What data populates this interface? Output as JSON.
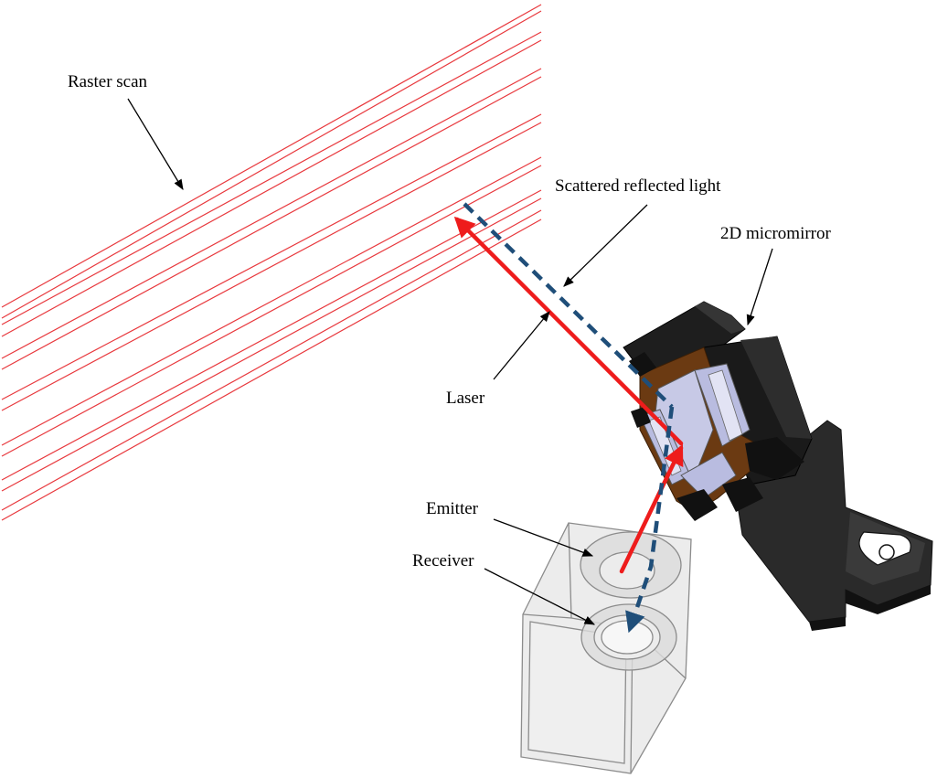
{
  "labels": {
    "raster_scan": "Raster scan",
    "scattered_reflected_light": "Scattered reflected light",
    "micromirror": "2D micromirror",
    "laser": "Laser",
    "emitter": "Emitter",
    "receiver": "Receiver"
  },
  "colors": {
    "laser": "#ee1c1c",
    "scattered_light": "#1f4e79",
    "raster_lines": "#e8383d",
    "mount": "#222222",
    "mirror_frame": "#6b3a12",
    "mirror_surface": "#c7c9e6",
    "sensor_body": "#d9d9d9",
    "annotation_arrow": "#000000"
  }
}
